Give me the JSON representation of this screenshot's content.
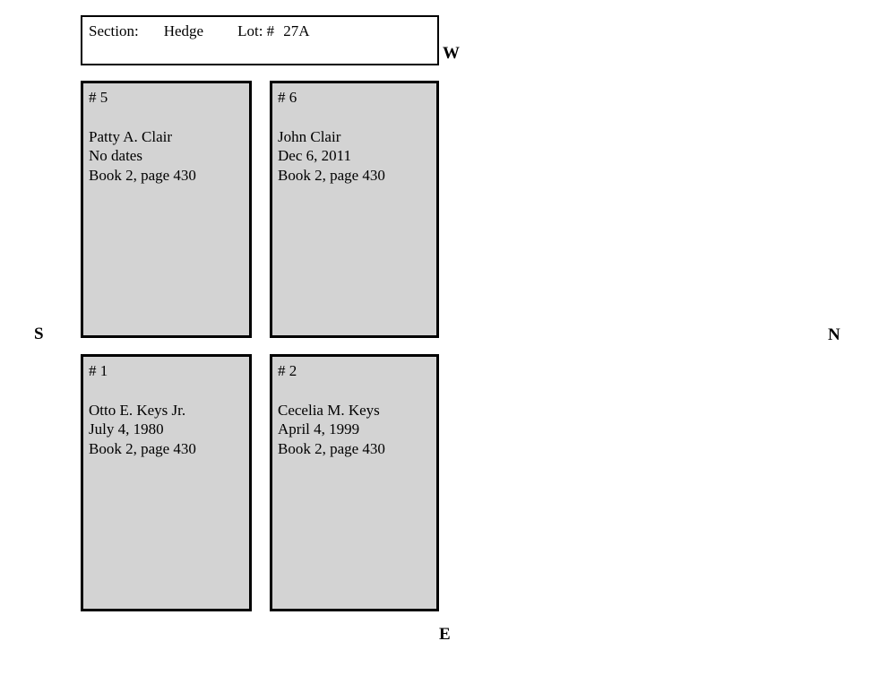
{
  "header": {
    "section_label": "Section:",
    "section_value": "Hedge",
    "lot_label": "Lot: #",
    "lot_value": "27A"
  },
  "compass": {
    "west": "W",
    "south": "S",
    "north": "N",
    "east": "E"
  },
  "plots": [
    {
      "number": "# 5",
      "name": "Patty A. Clair",
      "date": "No dates",
      "book": "Book 2, page 430"
    },
    {
      "number": "# 6",
      "name": "John Clair",
      "date": "Dec 6, 2011",
      "book": "Book 2, page 430"
    },
    {
      "number": "# 1",
      "name": "Otto E. Keys Jr.",
      "date": "July 4, 1980",
      "book": "Book 2, page 430"
    },
    {
      "number": "# 2",
      "name": "Cecelia M. Keys",
      "date": "April 4, 1999",
      "book": "Book 2, page 430"
    }
  ],
  "colors": {
    "plot_fill": "#d3d3d3",
    "border": "#000000",
    "background": "#ffffff",
    "text": "#000000"
  }
}
